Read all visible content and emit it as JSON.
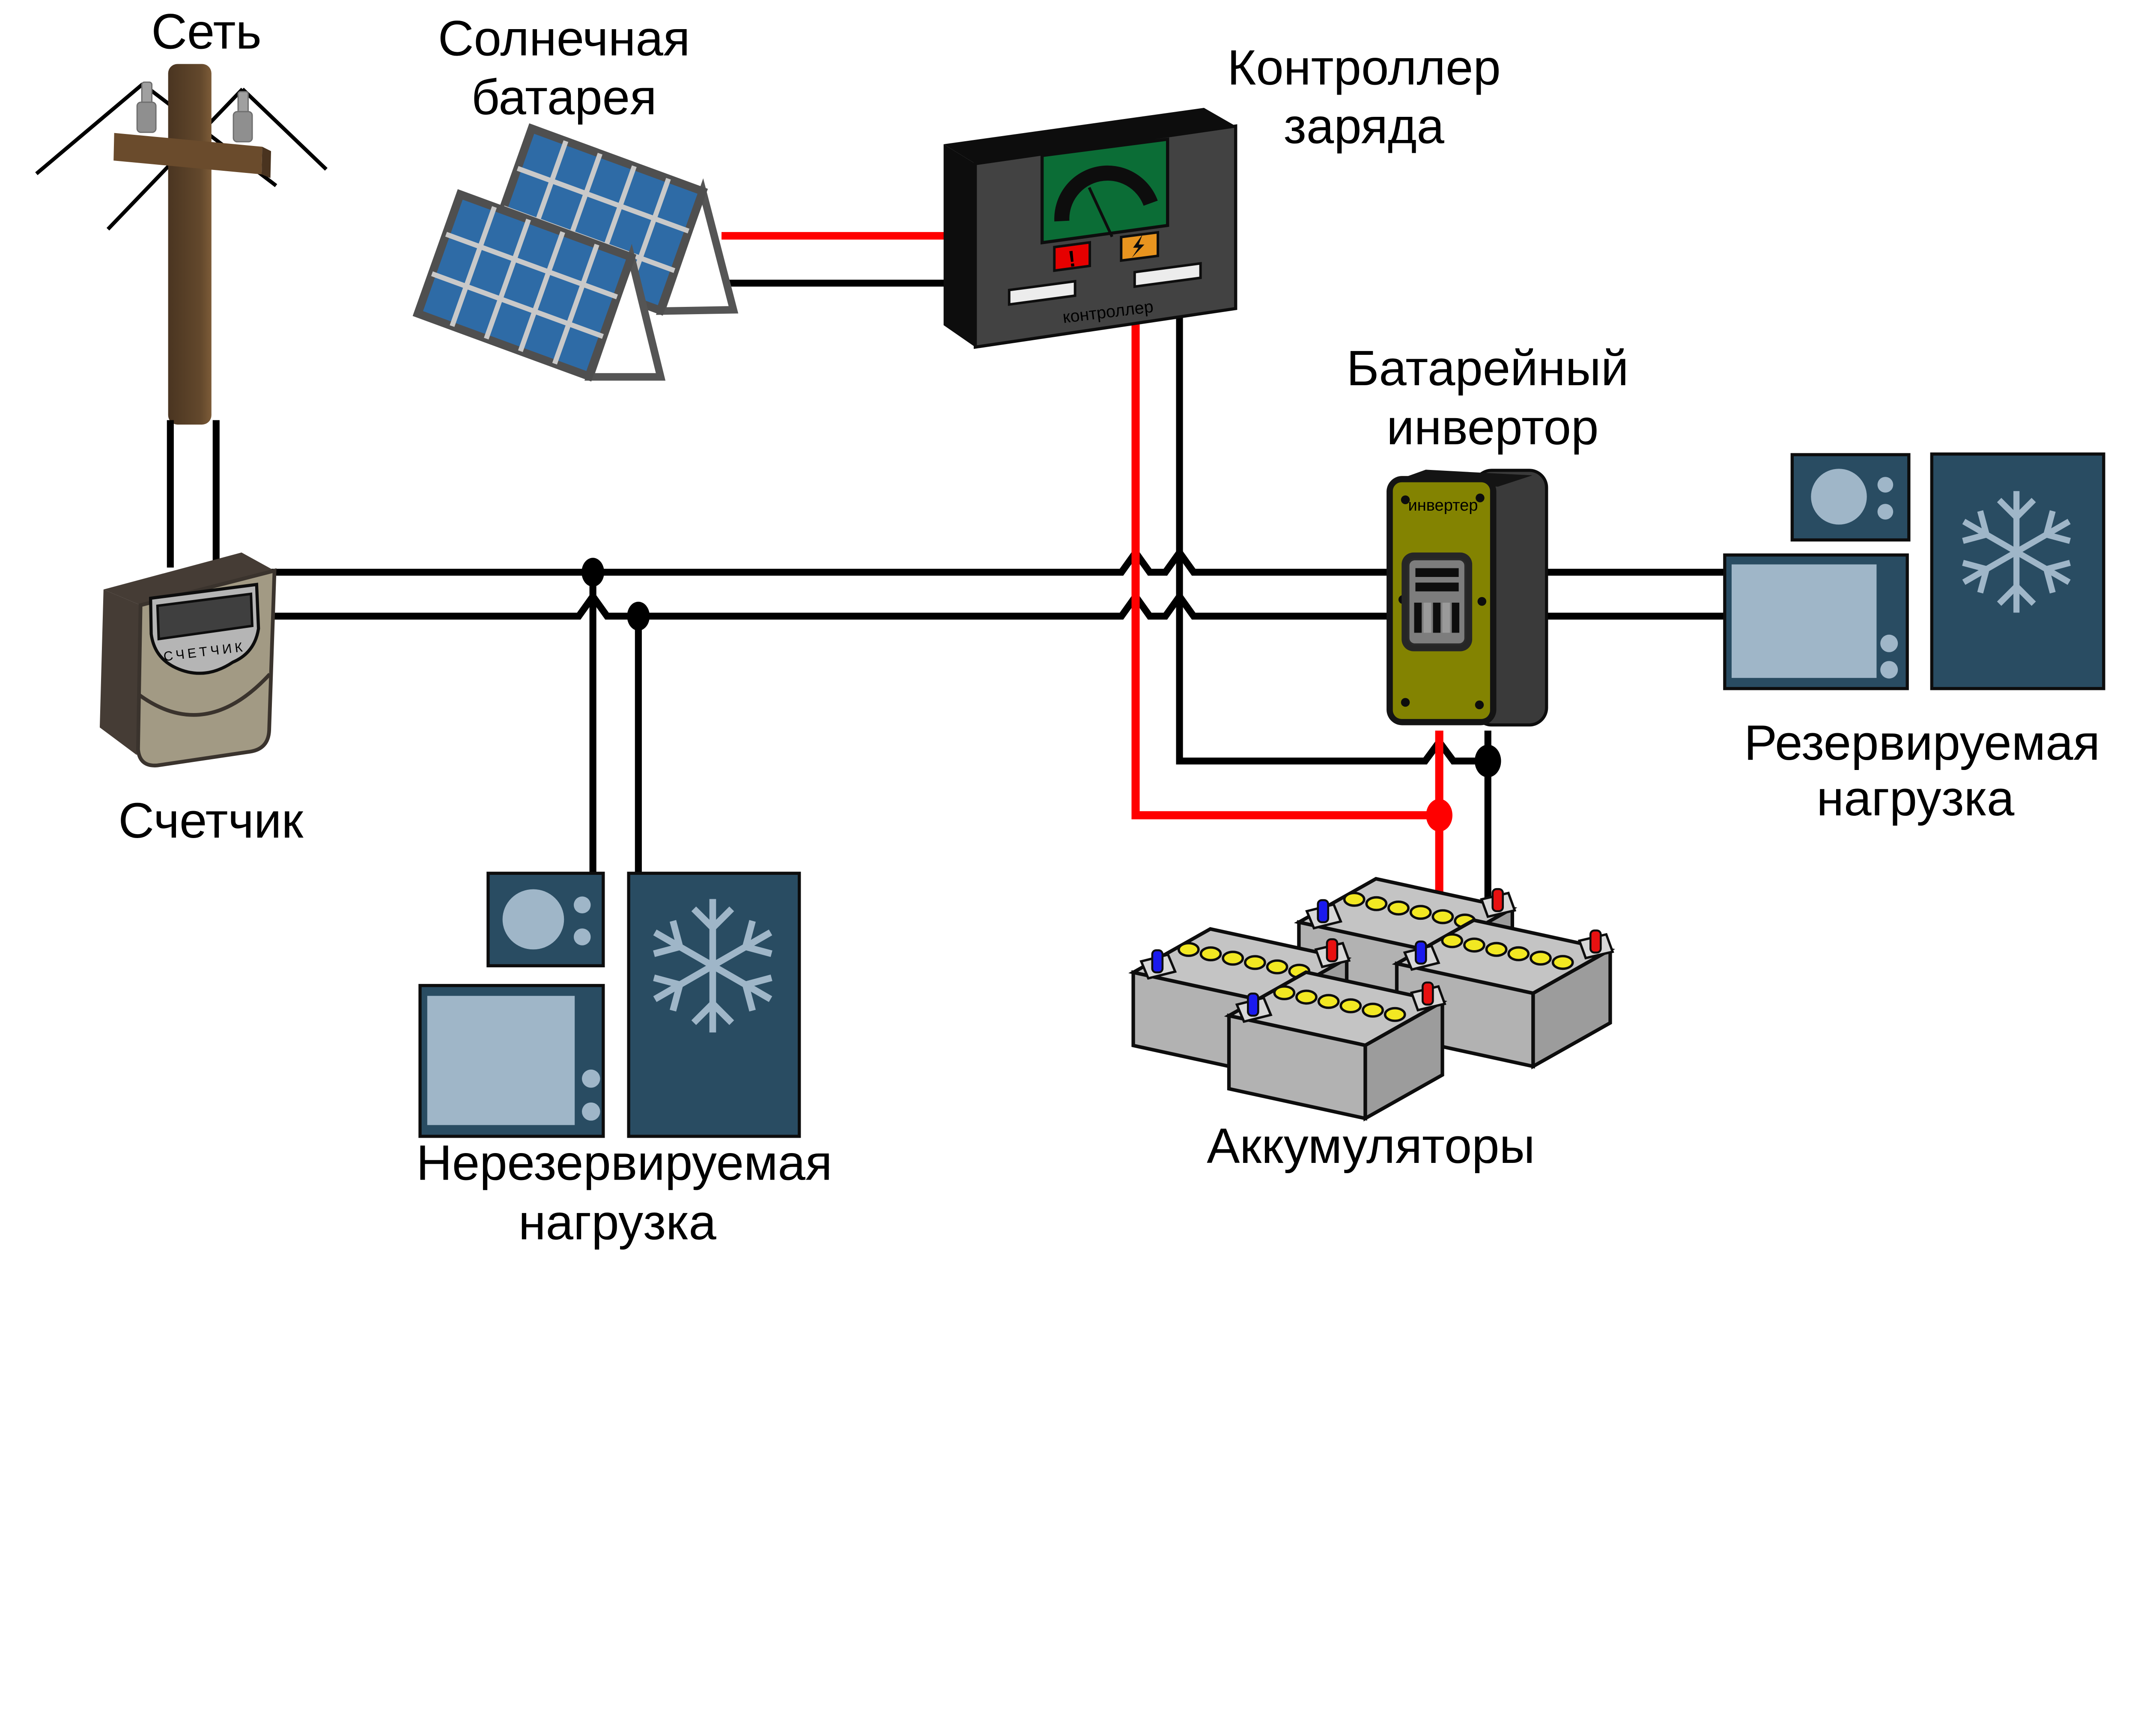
{
  "diagram": {
    "background": "#ffffff",
    "labels": {
      "grid": "Сеть",
      "solar_line1": "Солнечная",
      "solar_line2": "батарея",
      "controller_line1": "Контроллер",
      "controller_line2": "заряда",
      "inverter_line1": "Батарейный",
      "inverter_line2": "инвертор",
      "meter": "Счетчик",
      "nonbackup_line1": "Нерезервируемая",
      "nonbackup_line2": "нагрузка",
      "backup_line1": "Резервируемая",
      "backup_line2": "нагрузка",
      "batteries": "Аккумуляторы"
    },
    "device_text": {
      "controller_badge": "контроллер",
      "inverter_badge": "инвертер",
      "meter_badge": "СЧЕТЧИК",
      "warning_mark": "!"
    },
    "icons": {
      "snowflake": "snowflake-icon (fridge)",
      "burner": "burner-circle-icon (stove)",
      "screen": "screen-icon (tv-microwave)",
      "lightning": "lightning-bolt-icon",
      "warning": "exclamation-icon",
      "gauge": "analog-gauge-icon",
      "outlet": "power-outlet-icon",
      "insulator": "insulator-icon"
    },
    "colors": {
      "wire_positive": "#ff0000",
      "wire_black": "#000000",
      "solar_cell": "#2e6ba6",
      "solar_frame": "#4f4f4f",
      "appliance_dark": "#294c62",
      "appliance_light": "#9fb6c8",
      "inverter_face": "#838301",
      "controller_face": "#424242",
      "controller_screen": "#0b6d36",
      "alert_red": "#e60000",
      "alert_orange": "#e8941f",
      "battery_body": "#b2b2b2",
      "battery_cap": "#f2e822",
      "terminal_positive": "#e81111",
      "terminal_negative": "#1a1aee",
      "pole_wood": "#5d432a",
      "meter_body": "#a29a84"
    }
  }
}
